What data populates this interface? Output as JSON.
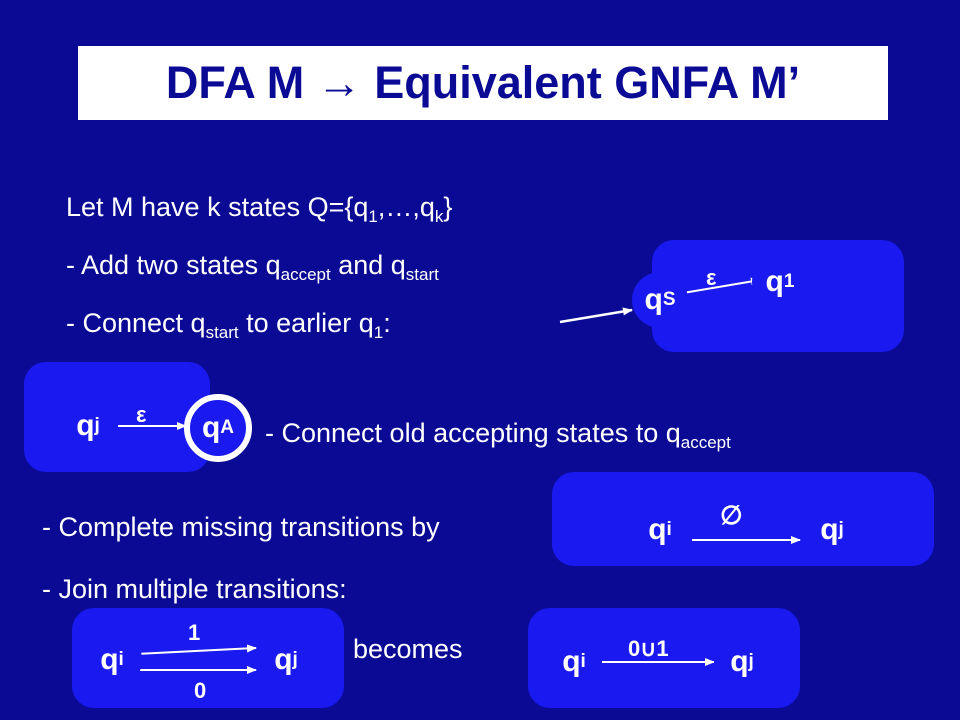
{
  "title": "DFA M → Equivalent GNFA M’",
  "lines": {
    "l1_a": "Let M have k states Q={q",
    "l1_s1": "1",
    "l1_b": ",…,q",
    "l1_s2": "k",
    "l1_c": "}",
    "l2_a": "- Add two states q",
    "l2_s1": "accept",
    "l2_b": " and q",
    "l2_s2": "start",
    "l3_a": "- Connect q",
    "l3_s1": "start",
    "l3_b": " to earlier q",
    "l3_s2": "1",
    "l3_c": ":",
    "l4_a": "- Connect old accepting states to q",
    "l4_s1": "accept",
    "l5": "- Complete missing transitions by",
    "l6": "- Join multiple transitions:",
    "becomes": "becomes"
  },
  "diagrams": {
    "start": {
      "from": "q",
      "from_sub": "S",
      "to": "q",
      "to_sub": "1",
      "label": "ε"
    },
    "accept": {
      "from": "q",
      "from_sub": "j",
      "to": "q",
      "to_sub": "A",
      "label": "ε"
    },
    "empty": {
      "from": "q",
      "from_sub": "i",
      "to": "q",
      "to_sub": "j",
      "label": "∅"
    },
    "multi": {
      "from": "q",
      "from_sub": "i",
      "to": "q",
      "to_sub": "j",
      "label_top": "1",
      "label_bottom": "0"
    },
    "union": {
      "from": "q",
      "from_sub": "i",
      "to": "q",
      "to_sub": "j",
      "label": "0∪1"
    }
  }
}
